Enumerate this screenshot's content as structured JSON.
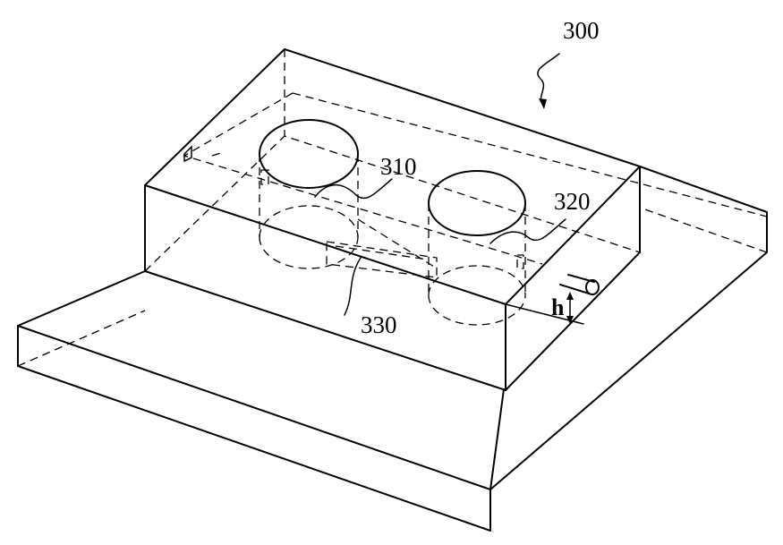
{
  "labels": {
    "assembly": "300",
    "part_a": "310",
    "part_b": "320",
    "part_c": "330",
    "height": "h"
  }
}
